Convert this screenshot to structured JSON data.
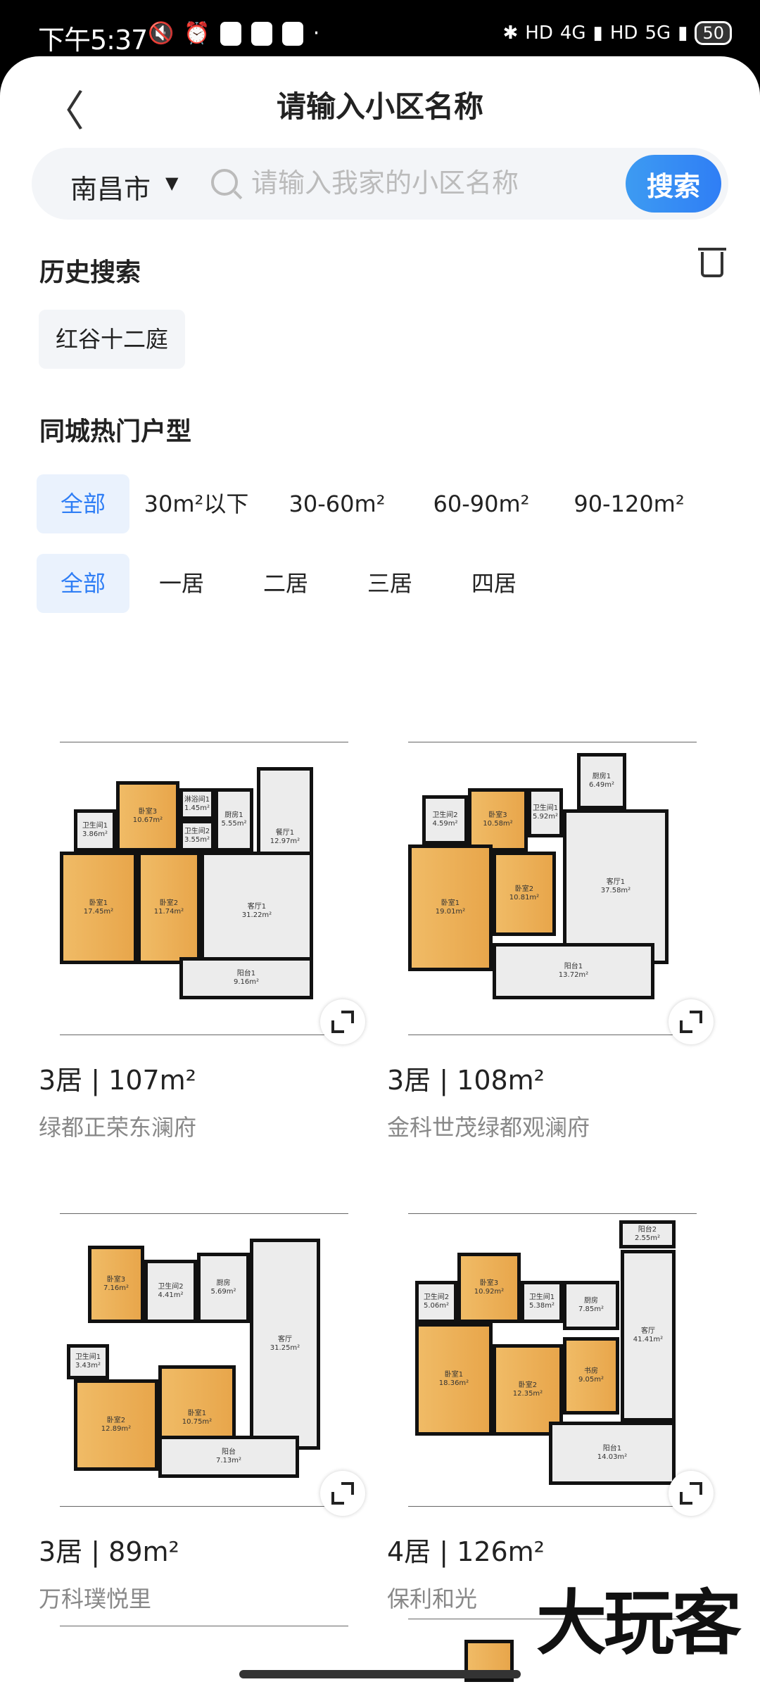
{
  "status": {
    "time": "下午5:37",
    "battery": "50",
    "net1": "4G",
    "net2": "5G"
  },
  "header": {
    "title": "请输入小区名称"
  },
  "search": {
    "city": "南昌市",
    "placeholder": "请输入我家的小区名称",
    "button": "搜索"
  },
  "history": {
    "title": "历史搜索",
    "items": [
      "红谷十二庭"
    ]
  },
  "hot": {
    "title": "同城热门户型",
    "area_tabs": [
      "全部",
      "30m²以下",
      "30-60m²",
      "60-90m²",
      "90-120m²"
    ],
    "room_tabs": [
      "全部",
      "一居",
      "二居",
      "三居",
      "四居"
    ],
    "selected_area": "全部",
    "selected_rooms": "全部"
  },
  "cards": [
    {
      "title": "3居 | 107m²",
      "name": "绿都正荣东澜府",
      "rooms": [
        "卧室3\n10.67m²",
        "淋浴间1\n1.45m²",
        "厨房1\n5.55m²",
        "餐厅1\n12.97m²",
        "卫生间1\n3.86m²",
        "卫生间2\n3.55m²",
        "卧室1\n17.45m²",
        "卧室2\n11.74m²",
        "客厅1\n31.22m²",
        "阳台1\n9.16m²"
      ]
    },
    {
      "title": "3居 | 108m²",
      "name": "金科世茂绿都观澜府",
      "rooms": [
        "厨房1\n6.49m²",
        "卫生间2\n4.59m²",
        "卧室3\n10.58m²",
        "卫生间1\n5.92m²",
        "客厅1\n37.58m²",
        "卧室1\n19.01m²",
        "卧室2\n10.81m²",
        "阳台1\n13.72m²"
      ]
    },
    {
      "title": "3居 | 89m²",
      "name": "万科璞悦里",
      "rooms": [
        "卧室3\n7.16m²",
        "卫生间2\n4.41m²",
        "厨房\n5.69m²",
        "客厅\n31.25m²",
        "卫生间1\n3.43m²",
        "卧室2\n12.89m²",
        "卧室1\n10.75m²",
        "阳台\n7.13m²"
      ]
    },
    {
      "title": "4居 | 126m²",
      "name": "保利和光",
      "rooms": [
        "阳台2\n2.55m²",
        "卫生间2\n5.06m²",
        "卧室3\n10.92m²",
        "卫生间1\n5.38m²",
        "厨房\n7.85m²",
        "客厅\n41.41m²",
        "卧室1\n18.36m²",
        "卧室2\n12.35m²",
        "书房\n9.05m²",
        "阳台1\n14.03m²"
      ]
    }
  ],
  "watermark": "大玩客"
}
